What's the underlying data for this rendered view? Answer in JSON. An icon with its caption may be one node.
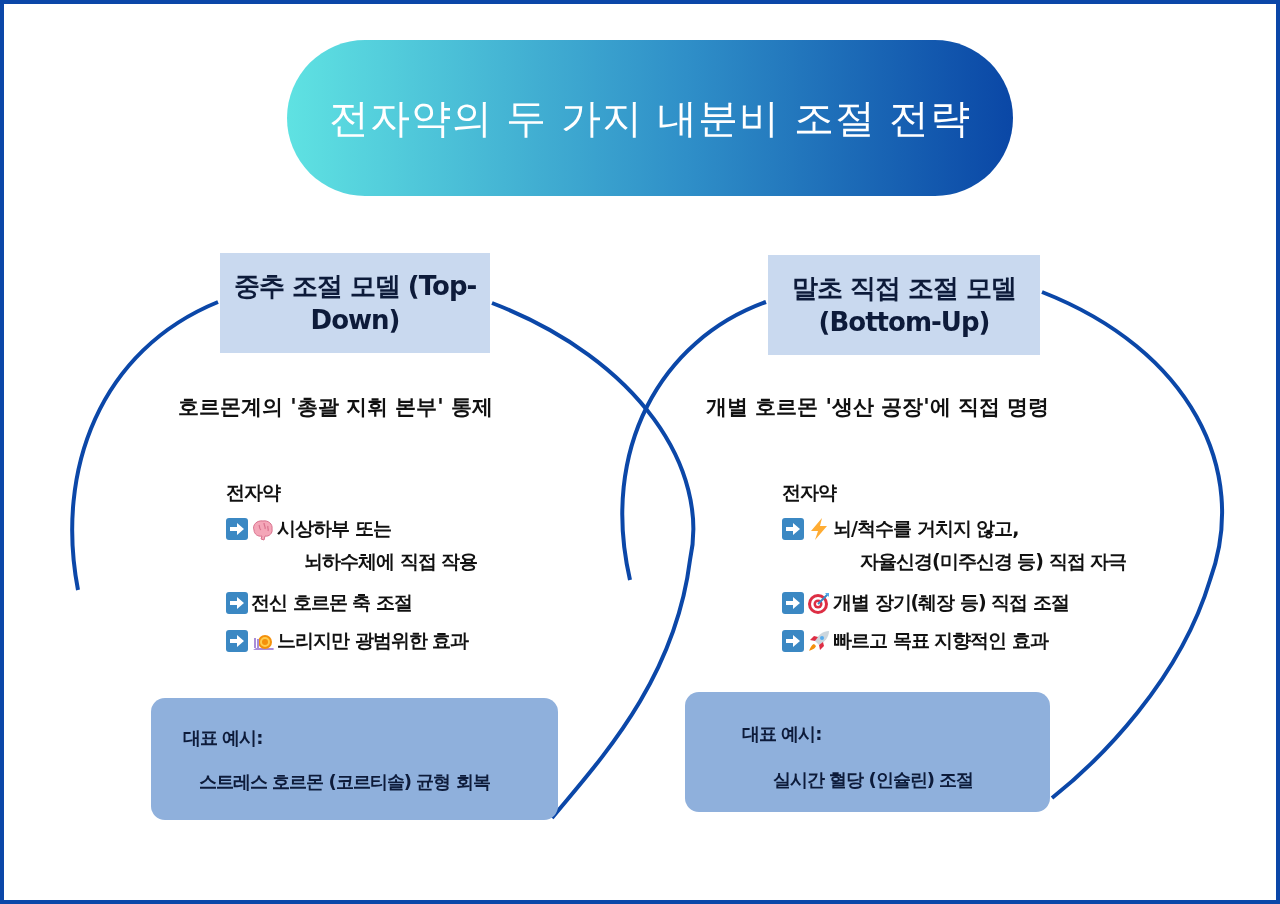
{
  "diagram": {
    "title": "전자약의 두 가지 내분비 조절 전략",
    "nodes": [
      {
        "text": [
          "중추 조절 모델 (Top-Down)"
        ]
      },
      {
        "text": [
          "대표 예시:",
          "스트레스 호르몬 (코르티솔) 균형 회복"
        ]
      },
      {
        "text": [
          "말초 직접 조절 모델 (Bottom-Up)"
        ]
      },
      {
        "text": [
          "대표 예시:",
          "실시간 혈당 (인슐린) 조절"
        ]
      }
    ],
    "edges": [],
    "labels": [
      "호르몬계의 '총괄 지휘 본부' 통제",
      "전자약",
      "시상하부 또는 뇌하수체에 직접 작용",
      "전신 호르몬 축 조절",
      "느리지만 광범위한 효과",
      "개별 호르몬 '생산 공장'에 직접 명령",
      "전자약",
      "뇌/척수를 거치지 않고, 자율신경(미주신경 등) 직접 자극",
      "개별 장기(췌장 등) 직접 조절",
      "빠르고 목표 지향적인 효과"
    ]
  }
}
